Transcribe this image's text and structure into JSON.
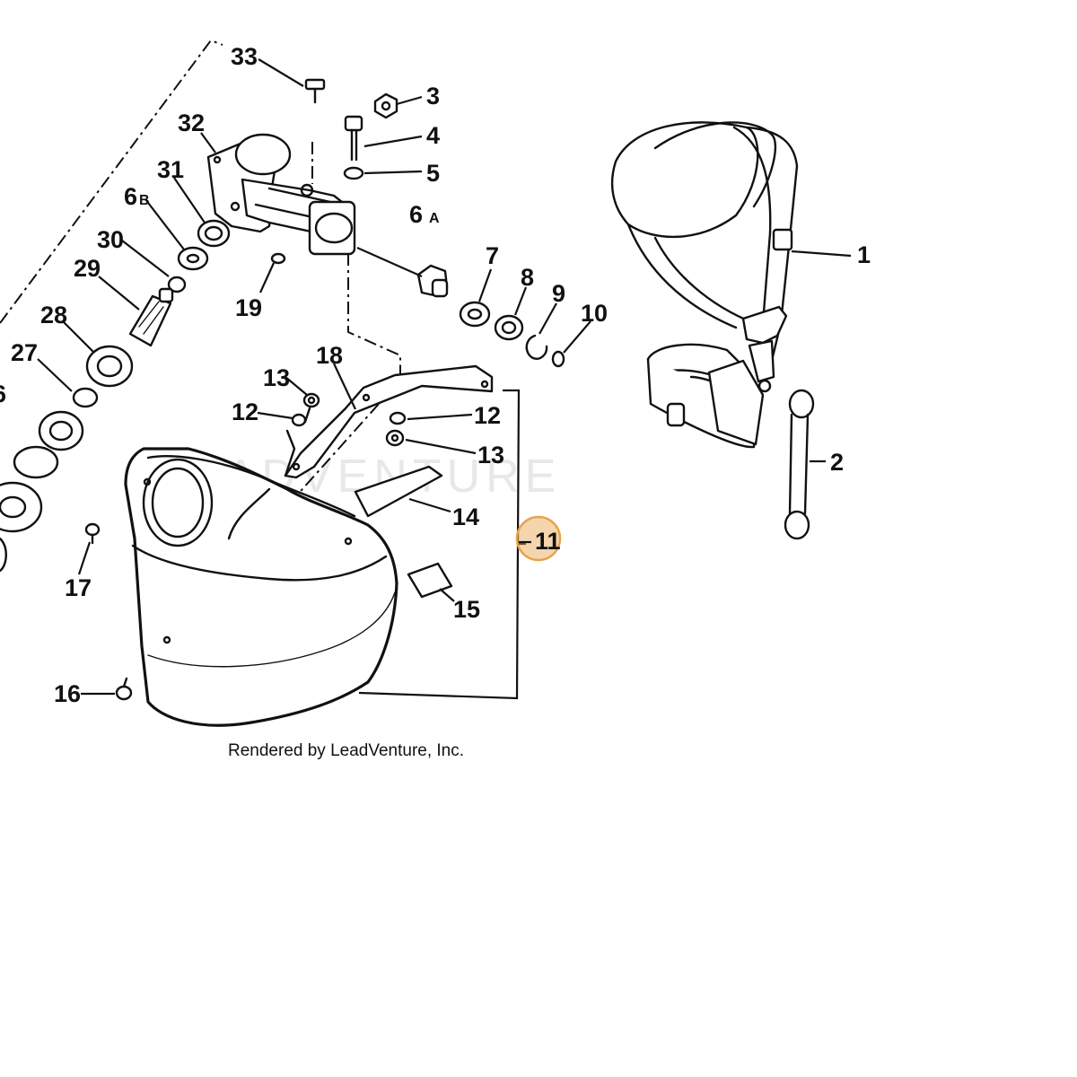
{
  "callouts": {
    "c33": "33",
    "c3": "3",
    "c4": "4",
    "c5": "5",
    "c32": "32",
    "c31": "31",
    "c6b": "6",
    "c6b_sub": "B",
    "c6a": "6",
    "c6a_sub": "A",
    "c30": "30",
    "c29": "29",
    "c19": "19",
    "c28": "28",
    "c27": "27",
    "c26": "6",
    "c7": "7",
    "c8": "8",
    "c9": "9",
    "c10": "10",
    "c1": "1",
    "c2": "2",
    "c18": "18",
    "c13a": "13",
    "c12a": "12",
    "c12b": "12",
    "c13b": "13",
    "c14": "14",
    "c11": "11",
    "c15": "15",
    "c17": "17",
    "c16": "16"
  },
  "highlight": {
    "label": "11",
    "color": "#e8a24a"
  },
  "watermark": "LEADVENTURE",
  "footer": "Rendered by LeadVenture, Inc."
}
